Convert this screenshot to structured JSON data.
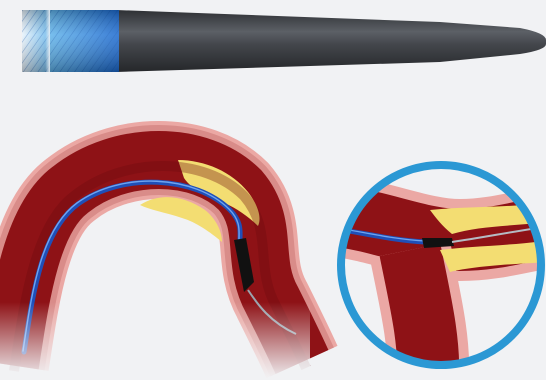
{
  "illustration": {
    "colors": {
      "background": "#f1f2f4",
      "catheter_blue": "#1a6fd6",
      "catheter_shaft": "#3c3f44",
      "vessel_wall": "#e6a0a0",
      "vessel_lumen": "#8e1216",
      "plaque": "#f3dd72",
      "guidewire_blue": "#1f4fb8",
      "magnifier_ring": "#2b98d4"
    },
    "parts": [
      "catheter-shaft-closeup",
      "curved-vessel-with-catheter",
      "magnified-bifurcation-view"
    ]
  }
}
